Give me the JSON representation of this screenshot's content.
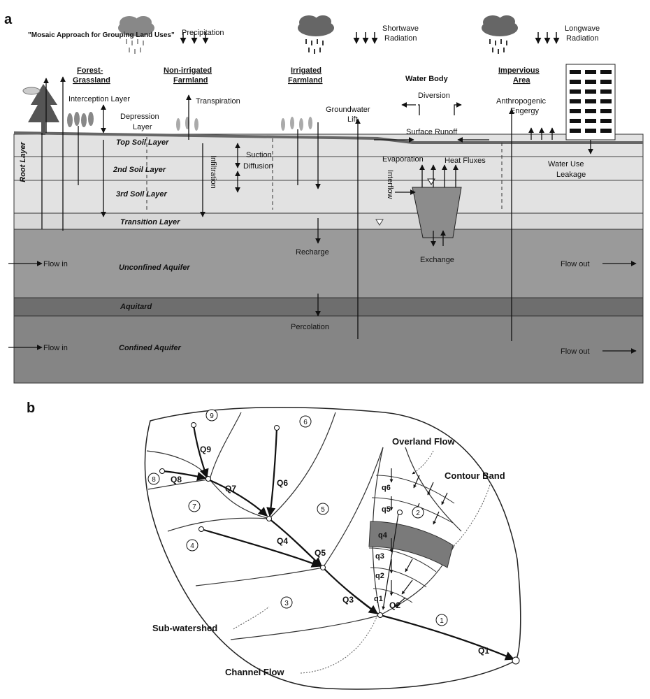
{
  "panel_a": {
    "label": "a",
    "note": "\"Mosaic Approach for Grouping Land Uses\"",
    "fluxes": {
      "precipitation": "Precipitation",
      "shortwave_1": "Shortwave",
      "shortwave_2": "Radiation",
      "longwave_1": "Longwave",
      "longwave_2": "Radiation"
    },
    "land_uses": {
      "forest_1": "Forest-",
      "forest_2": "Grassland",
      "nonirr_1": "Non-irrigated",
      "nonirr_2": "Farmland",
      "irr_1": "Irrigated",
      "irr_2": "Farmland",
      "water": "Water Body",
      "imp_1": "Impervious",
      "imp_2": "Area"
    },
    "processes": {
      "interception": "Interception Layer",
      "depression_1": "Depression",
      "depression_2": "Layer",
      "transpiration": "Transpiration",
      "gw_lift_1": "Groundwater",
      "gw_lift_2": "Lift",
      "diversion": "Diversion",
      "surface_runoff": "Surface Runoff",
      "anthro_1": "Anthropogenic",
      "anthro_2": "Engergy",
      "suction": "Suction",
      "diffusion": "Diffusion",
      "infiltration": "Infiltration",
      "interflow": "Interflow",
      "evaporation": "Evaporation",
      "heat_fluxes": "Heat Fluxes",
      "water_use_1": "Water Use",
      "water_use_2": "Leakage",
      "recharge": "Recharge",
      "exchange": "Exchange",
      "percolation": "Percolation",
      "flow_in_1": "Flow in",
      "flow_in_2": "Flow in",
      "flow_out_1": "Flow out",
      "flow_out_2": "Flow out",
      "root_layer": "Root Layer"
    },
    "layers": {
      "top_soil": "Top Soil Layer",
      "soil_2": "2nd Soil Layer",
      "soil_3": "3rd Soil Layer",
      "transition": "Transition Layer",
      "unconfined": "Unconfined Aquifer",
      "aquitard": "Aquitard",
      "confined": "Confined Aquifer"
    }
  },
  "panel_b": {
    "label": "b",
    "overland_flow": "Overland Flow",
    "contour_band": "Contour Band",
    "sub_watershed": "Sub-watershed",
    "channel_flow": "Channel Flow",
    "subbasins": [
      "1",
      "2",
      "3",
      "4",
      "5",
      "6",
      "7",
      "8",
      "9"
    ],
    "channel_flows": [
      "Q1",
      "Q2",
      "Q3",
      "Q4",
      "Q5",
      "Q6",
      "Q7",
      "Q8",
      "Q9"
    ],
    "overland_flows": [
      "q1",
      "q2",
      "q3",
      "q4",
      "q5",
      "q6"
    ]
  },
  "colors": {
    "soil": "#e2e2e2",
    "transition": "#d8d8d8",
    "unconfined": "#9a9a9a",
    "aquitard": "#6e6e6e",
    "confined": "#858585",
    "contour_band": "#7a7a7a",
    "ink": "#111111"
  }
}
